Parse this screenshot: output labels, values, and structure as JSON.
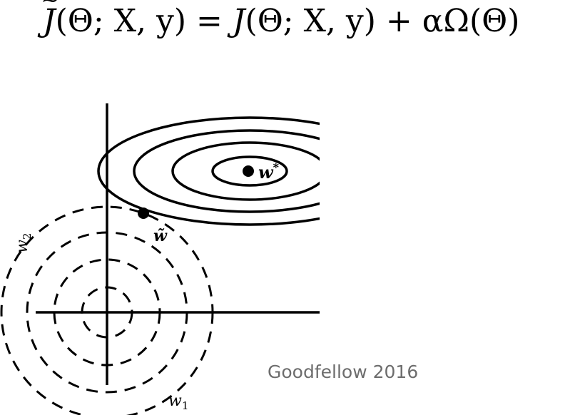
{
  "formula": {
    "lhs": "J",
    "lhs_args": "(Θ; X, y)",
    "equals": "=",
    "rhs": "J",
    "rhs_args": "(Θ; X, y)",
    "plus": "+",
    "reg": "αΩ(Θ)"
  },
  "diagram": {
    "xlabel_main": "w",
    "xlabel_sub": "1",
    "ylabel_main": "w",
    "ylabel_sub": "2",
    "optimum_label": "w",
    "optimum_sup": "*",
    "regularized_label": "w̃"
  },
  "credit": "Goodfellow 2016"
}
